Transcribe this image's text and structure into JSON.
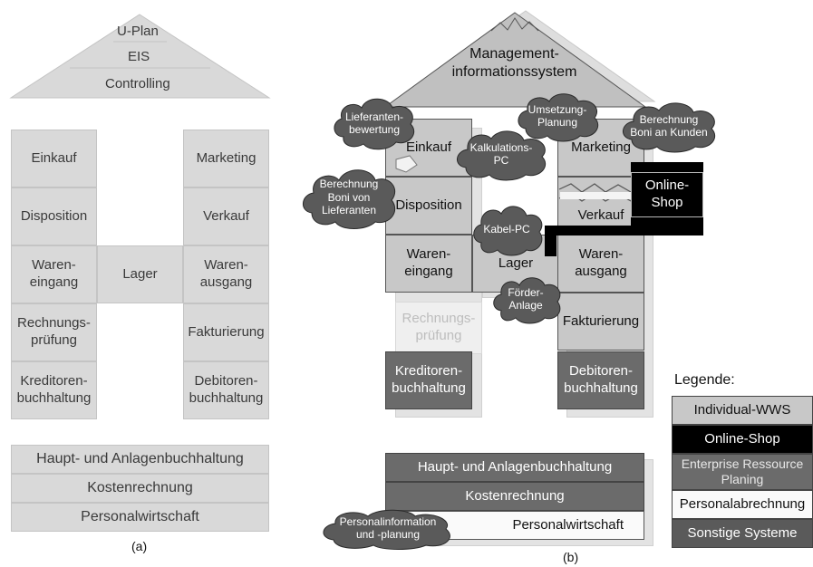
{
  "diagram_a": {
    "roof": [
      "U-Plan",
      "EIS",
      "Controlling"
    ],
    "left_column": [
      "Einkauf",
      "Disposition",
      "Waren-\neingang",
      "Rechnungs-\nprüfung",
      "Kreditoren-\nbuchhaltung"
    ],
    "right_column": [
      "Marketing",
      "Verkauf",
      "Waren-\nausgang",
      "Fakturierung",
      "Debitoren-\nbuchhaltung"
    ],
    "center": "Lager",
    "base": [
      "Haupt- und Anlagenbuchhaltung",
      "Kostenrechnung",
      "Personalwirtschaft"
    ],
    "caption": "(a)"
  },
  "diagram_b": {
    "roof": "Management-\ninformationssystem",
    "left_column": {
      "einkauf": "Einkauf",
      "disposition": "Disposition",
      "wareneingang": "Waren-\neingang",
      "rechnungspruefung": "Rechnungs-\nprüfung",
      "kreditoren": "Kreditoren-\nbuchhaltung"
    },
    "center": "Lager",
    "right_column": {
      "marketing": "Marketing",
      "verkauf": "Verkauf",
      "warenausgang": "Waren-\nausgang",
      "fakturierung": "Fakturierung",
      "debitoren": "Debitoren-\nbuchhaltung"
    },
    "online_shop": "Online-\nShop",
    "base": [
      "Haupt- und Anlagenbuchhaltung",
      "Kostenrechnung",
      "Personalwirtschaft"
    ],
    "clouds": {
      "lieferantenbewertung": "Lieferanten-\nbewertung",
      "umsetzungsplanung": "Umsetzung-\nPlanung",
      "boni_kunden": "Berechnung\nBoni an Kunden",
      "kalkulation": "Kalkulations-\nPC",
      "boni_lieferanten": "Berechnung\nBoni von\nLieferanten",
      "kabel_pc": "Kabel-PC",
      "foerderanlage": "Förder-\nAnlage",
      "personalinfo": "Personalinformation\nund -planung"
    },
    "caption": "(b)"
  },
  "legend": {
    "title": "Legende:",
    "items": [
      "Individual-WWS",
      "Online-Shop",
      "Enterprise Ressource\nPlaning",
      "Personalabrechnung",
      "Sonstige Systeme"
    ]
  },
  "colors": {
    "light_gray": "#c8c8c8",
    "dark_gray": "#6b6b6b",
    "black": "#000000",
    "white": "#fafafa",
    "pale": "#d9d9d9"
  }
}
